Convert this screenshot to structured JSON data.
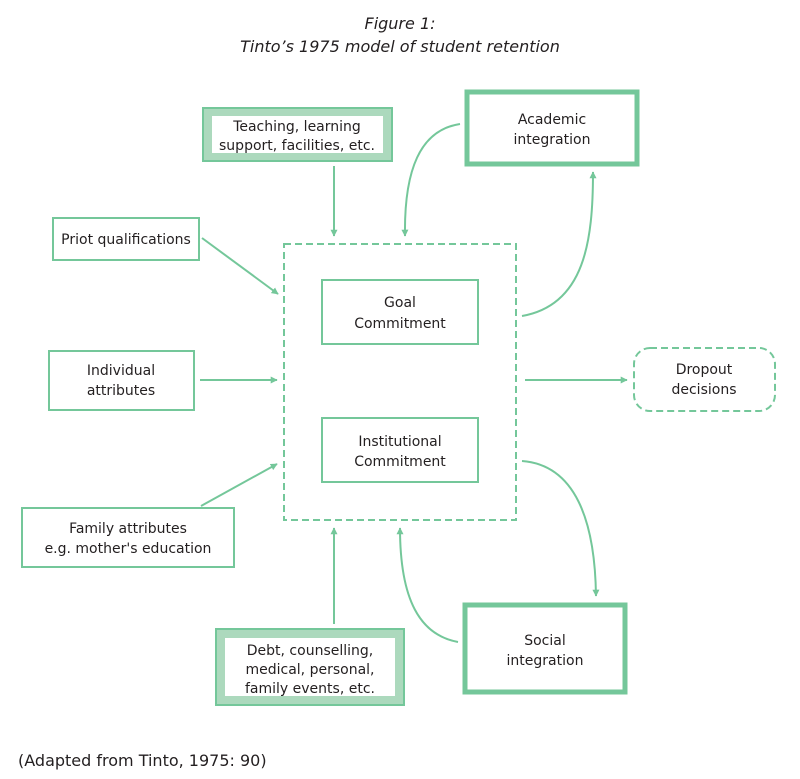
{
  "figure": {
    "number_label": "Figure 1:",
    "title": "Tinto’s 1975 model of student retention",
    "caption": "(Adapted from Tinto, 1975: 90)"
  },
  "colors": {
    "accent": "#74c79a",
    "accent_light": "#acd9bd",
    "text": "#231f20",
    "background": "#ffffff"
  },
  "nodes": {
    "teaching": {
      "lines": [
        "Teaching, learning",
        "support, facilities, etc."
      ],
      "style": "double-border"
    },
    "prior": {
      "lines": [
        "Priot qualifications"
      ],
      "style": "thin-border"
    },
    "individual": {
      "lines": [
        "Individual",
        "attributes"
      ],
      "style": "thin-border"
    },
    "family": {
      "lines": [
        "Family attributes",
        "e.g. mother's education"
      ],
      "style": "thin-border"
    },
    "debt": {
      "lines": [
        "Debt, counselling,",
        "medical, personal,",
        "family events, etc."
      ],
      "style": "double-border"
    },
    "goal": {
      "lines": [
        "Goal",
        "Commitment"
      ],
      "style": "thin-border"
    },
    "institutional": {
      "lines": [
        "Institutional",
        "Commitment"
      ],
      "style": "thin-border"
    },
    "academic": {
      "lines": [
        "Academic",
        "integration"
      ],
      "style": "thick-border"
    },
    "social": {
      "lines": [
        "Social",
        "integration"
      ],
      "style": "thick-border"
    },
    "dropout": {
      "lines": [
        "Dropout",
        "decisions"
      ],
      "style": "dashed-rounded"
    }
  },
  "edges": [
    {
      "from": "teaching",
      "to": "commitment-group"
    },
    {
      "from": "prior",
      "to": "commitment-group"
    },
    {
      "from": "individual",
      "to": "commitment-group"
    },
    {
      "from": "family",
      "to": "commitment-group"
    },
    {
      "from": "debt",
      "to": "commitment-group"
    },
    {
      "from": "academic",
      "to": "commitment-group"
    },
    {
      "from": "commitment-group",
      "to": "academic"
    },
    {
      "from": "commitment-group",
      "to": "social"
    },
    {
      "from": "social",
      "to": "commitment-group"
    },
    {
      "from": "commitment-group",
      "to": "dropout"
    }
  ]
}
